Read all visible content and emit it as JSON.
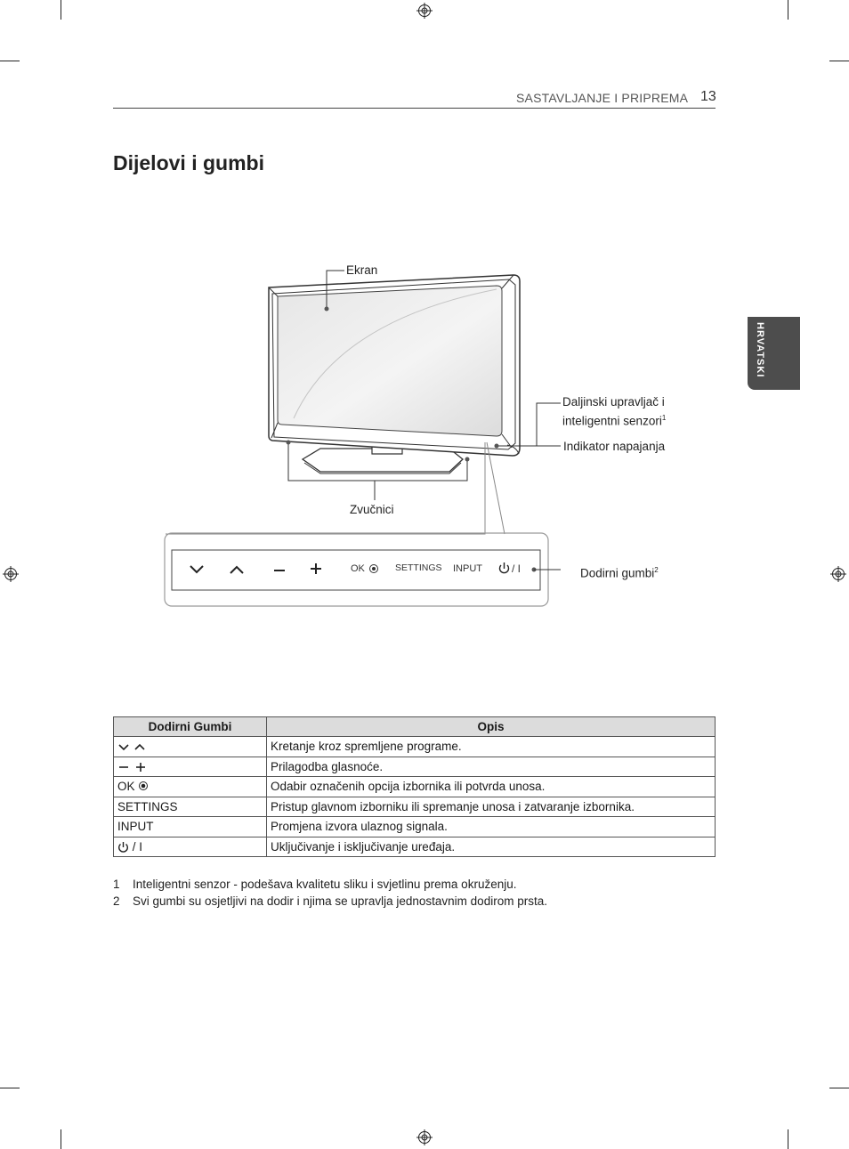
{
  "header": {
    "section": "SASTAVLJANJE I PRIPREMA",
    "page_number": "13"
  },
  "title": "Dijelovi i gumbi",
  "language_tab": "HRVATSKI",
  "diagram": {
    "label_screen": "Ekran",
    "label_remote_sensor_line1": "Daljinski upravljač i",
    "label_remote_sensor_line2": "inteligentni senzori",
    "label_remote_sensor_sup": "1",
    "label_power_indicator": "Indikator napajanja",
    "label_speakers": "Zvučnici",
    "label_touch_buttons": "Dodirni gumbi",
    "label_touch_buttons_sup": "2",
    "panel_ok": "OK",
    "panel_settings": "SETTINGS",
    "panel_input": "INPUT",
    "panel_power": "/ I"
  },
  "table": {
    "headers": [
      "Dodirni Gumbi",
      "Opis"
    ],
    "rows": [
      {
        "button": "",
        "icon": "down-up-chevrons",
        "description": "Kretanje kroz spremljene programe."
      },
      {
        "button": "",
        "icon": "minus-plus",
        "description": "Prilagodba glasnoće."
      },
      {
        "button": "OK",
        "icon": "ok-dot",
        "description": "Odabir označenih opcija izbornika ili potvrda unosa."
      },
      {
        "button": "SETTINGS",
        "icon": "",
        "description": "Pristup glavnom izborniku ili spremanje unosa i zatvaranje izbornika."
      },
      {
        "button": "INPUT",
        "icon": "",
        "description": "Promjena izvora ulaznog signala."
      },
      {
        "button": "/ I",
        "icon": "power",
        "description": "Uključivanje i isključivanje uređaja."
      }
    ]
  },
  "footnotes": [
    {
      "num": "1",
      "text": "Inteligentni senzor - podešava kvalitetu sliku i svjetlinu prema okruženju."
    },
    {
      "num": "2",
      "text": "Svi gumbi su osjetljivi na dodir i njima se upravlja jednostavnim dodirom prsta."
    }
  ]
}
